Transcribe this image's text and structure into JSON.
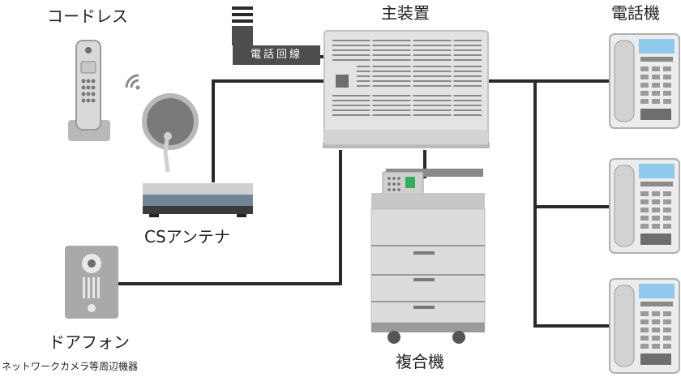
{
  "labels": {
    "cordless": "コードレス",
    "main_unit": "主装置",
    "telephones": "電話機",
    "phone_line": "電話回線",
    "cs_antenna": "CSアンテナ",
    "door_phone": "ドアフォン",
    "peripherals": "ネットワークカメラ等周辺機器",
    "multifunction": "複合機"
  },
  "icons": [
    "cordless-phone-icon",
    "wifi-signal-icon",
    "satellite-dish-icon",
    "router-icon",
    "door-phone-icon",
    "main-unit-icon",
    "multifunction-printer-icon",
    "desk-phone-icon"
  ],
  "colors": {
    "line": "#2a2a2a",
    "device_light": "#e3e3e3",
    "device_mid": "#b9b9b9",
    "device_dark": "#6e6e6e",
    "screen": "#8fc9ec",
    "accent_green": "#2fae5b"
  }
}
